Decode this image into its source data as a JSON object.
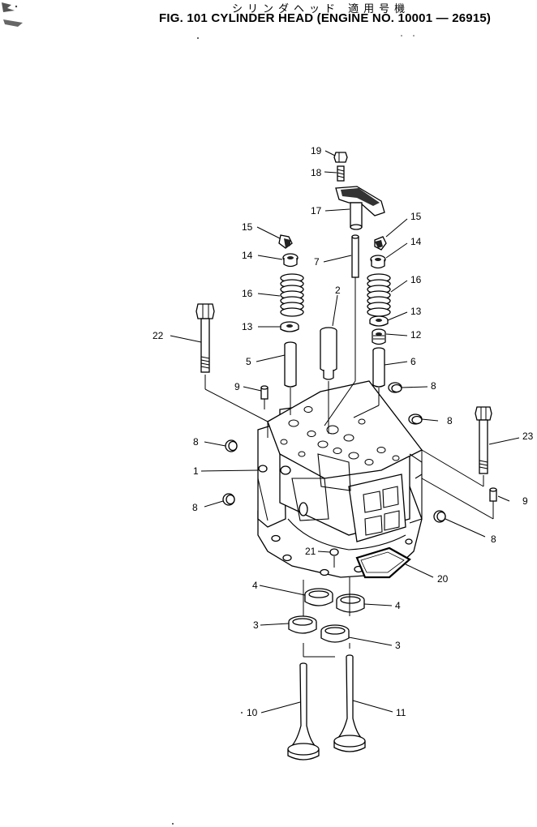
{
  "header": {
    "japanese_title": "シリンダヘッド 適用号機",
    "figure_title": "FIG. 101  CYLINDER HEAD (ENGINE NO. 10001 — 26915)"
  },
  "callouts": [
    {
      "id": "19",
      "part": "nut"
    },
    {
      "id": "18",
      "part": "stud"
    },
    {
      "id": "17",
      "part": "valve bridge"
    },
    {
      "id": "15",
      "part": "cotter"
    },
    {
      "id": "15",
      "part": "cotter"
    },
    {
      "id": "14",
      "part": "retainer"
    },
    {
      "id": "14",
      "part": "retainer"
    },
    {
      "id": "7",
      "part": "push rod / guide pin"
    },
    {
      "id": "16",
      "part": "valve spring"
    },
    {
      "id": "16",
      "part": "valve spring"
    },
    {
      "id": "2",
      "part": "nozzle holder sleeve"
    },
    {
      "id": "13",
      "part": "spring seat"
    },
    {
      "id": "13",
      "part": "spring seat"
    },
    {
      "id": "12",
      "part": "valve stem seal"
    },
    {
      "id": "22",
      "part": "head bolt"
    },
    {
      "id": "5",
      "part": "valve guide"
    },
    {
      "id": "6",
      "part": "valve guide"
    },
    {
      "id": "9",
      "part": "dowel pin"
    },
    {
      "id": "8",
      "part": "plug"
    },
    {
      "id": "8",
      "part": "plug"
    },
    {
      "id": "8",
      "part": "plug"
    },
    {
      "id": "8",
      "part": "plug"
    },
    {
      "id": "8",
      "part": "plug"
    },
    {
      "id": "1",
      "part": "cylinder head"
    },
    {
      "id": "23",
      "part": "head bolt"
    },
    {
      "id": "9",
      "part": "dowel pin"
    },
    {
      "id": "21",
      "part": "o-ring"
    },
    {
      "id": "20",
      "part": "gasket"
    },
    {
      "id": "4",
      "part": "valve seat insert"
    },
    {
      "id": "4",
      "part": "valve seat insert"
    },
    {
      "id": "3",
      "part": "valve seat insert"
    },
    {
      "id": "3",
      "part": "valve seat insert"
    },
    {
      "id": "10",
      "part": "intake valve"
    },
    {
      "id": "11",
      "part": "exhaust valve"
    }
  ]
}
